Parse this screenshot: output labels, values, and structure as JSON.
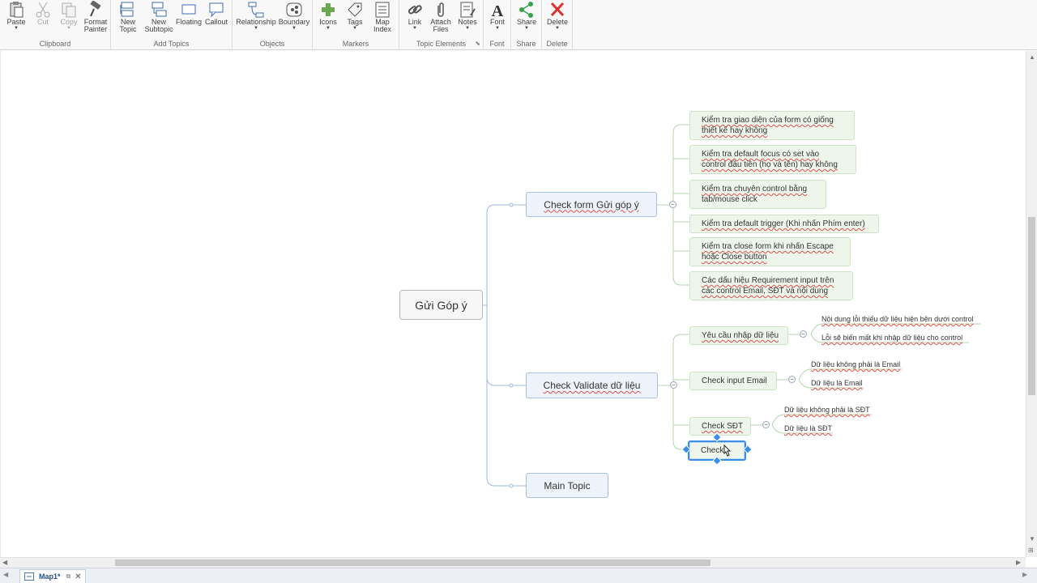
{
  "ribbon": {
    "clipboard": {
      "label": "Clipboard",
      "paste": "Paste",
      "cut": "Cut",
      "copy": "Copy",
      "format_painter_1": "Format",
      "format_painter_2": "Painter"
    },
    "add_topics": {
      "label": "Add Topics",
      "new_topic_1": "New",
      "new_topic_2": "Topic",
      "new_subtopic_1": "New",
      "new_subtopic_2": "Subtopic",
      "floating": "Floating",
      "callout": "Callout"
    },
    "objects": {
      "label": "Objects",
      "relationship": "Relationship",
      "boundary": "Boundary"
    },
    "markers": {
      "label": "Markers",
      "icons": "Icons",
      "tags": "Tags",
      "map_index_1": "Map",
      "map_index_2": "Index"
    },
    "topic_elements": {
      "label": "Topic Elements",
      "link": "Link",
      "attach_1": "Attach",
      "attach_2": "Files",
      "notes": "Notes"
    },
    "font": {
      "label": "Font",
      "font": "Font"
    },
    "share": {
      "label": "Share",
      "share": "Share"
    },
    "delete": {
      "label": "Delete",
      "delete": "Delete"
    }
  },
  "map": {
    "central": "Gửi Góp ý",
    "main_topics": {
      "form": "Check form Gửi góp ý",
      "validate": "Check Validate dữ liệu",
      "main": "Main Topic"
    },
    "form_subtopics": [
      [
        "Kiểm tra giao diện của form có giống",
        "thiết kế hay không"
      ],
      [
        "Kiểm tra default focus có set vào",
        "control đầu tiên (họ và tên) hay không"
      ],
      [
        "Kiểm tra chuyên control bằng",
        "tab/mouse click"
      ],
      [
        "Kiểm tra default trigger (Khi nhấn Phím enter)"
      ],
      [
        "Kiểm tra close form khi nhấn Escape",
        "hoặc Close button"
      ],
      [
        "Các dấu hiệu Requirement input trên",
        "các control Email, SĐT và nội dung"
      ]
    ],
    "validate_subtopics": {
      "required": "Yêu cầu nhập dữ liệu",
      "email": "Check input Email",
      "phone": "Check SĐT",
      "editing": "Check"
    },
    "leaves": {
      "required_1": "Nội dung lỗi thiếu dữ liệu hiện bên dưới control",
      "required_2": "Lỗi sẽ biến mất khi nhập dữ liệu cho control",
      "email_1": "Dữ liệu không phải là Email",
      "email_2": "Dữ liệu là Email",
      "phone_1": "Dữ liệu không phải là SĐT",
      "phone_2": "Dữ liệu là SĐT"
    }
  },
  "tabs": {
    "active": "Map1*"
  },
  "colors": {
    "accent": "#3a8ee6",
    "delete": "#e03030",
    "share": "#3aa24a"
  }
}
